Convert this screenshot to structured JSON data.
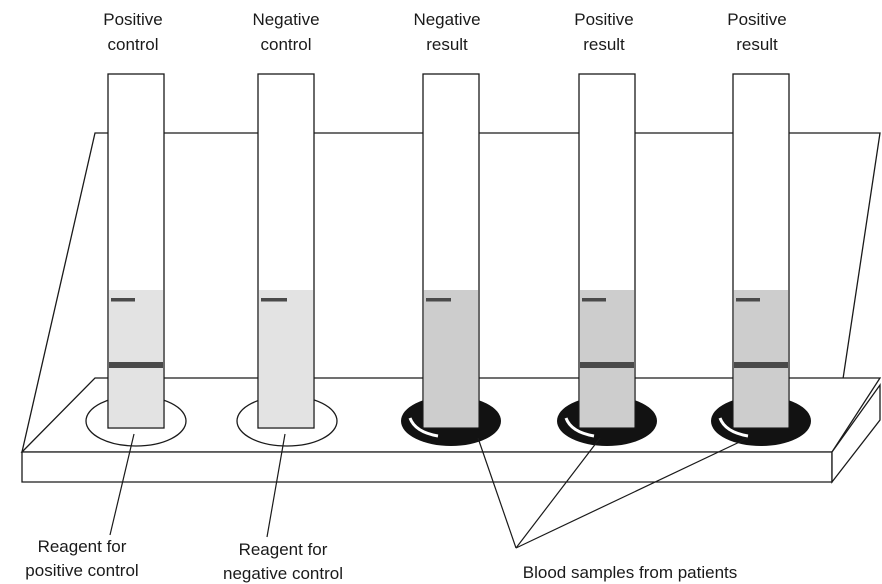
{
  "strips": [
    {
      "label_line1": "Positive",
      "label_line2": "control",
      "well": "clear",
      "fill": "light",
      "control_band": true,
      "test_band": true
    },
    {
      "label_line1": "Negative",
      "label_line2": "control",
      "well": "clear",
      "fill": "light",
      "control_band": true,
      "test_band": false
    },
    {
      "label_line1": "Negative",
      "label_line2": "result",
      "well": "dark",
      "fill": "medium",
      "control_band": true,
      "test_band": false
    },
    {
      "label_line1": "Positive",
      "label_line2": "result",
      "well": "dark",
      "fill": "medium",
      "control_band": true,
      "test_band": true
    },
    {
      "label_line1": "Positive",
      "label_line2": "result",
      "well": "dark",
      "fill": "medium",
      "control_band": true,
      "test_band": true
    }
  ],
  "callouts": {
    "positive_reagent_line1": "Reagent for",
    "positive_reagent_line2": "positive control",
    "negative_reagent_line1": "Reagent for",
    "negative_reagent_line2": "negative control",
    "blood_samples": "Blood samples from patients"
  },
  "colors": {
    "light_fill": "#e3e3e3",
    "medium_fill": "#cdcdcd",
    "band": "#4a4a4a",
    "blood": "#121212"
  }
}
